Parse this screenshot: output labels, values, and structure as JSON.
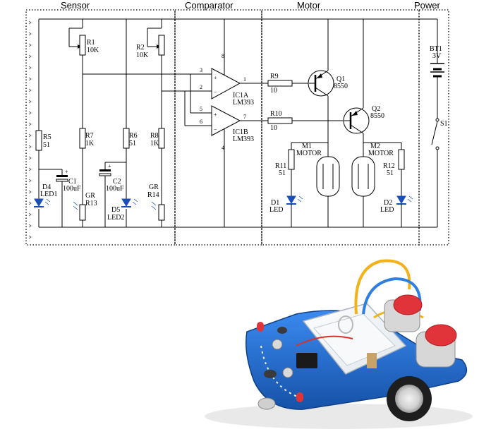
{
  "sections": {
    "sensor": "Sensor",
    "comparator": "Comparator",
    "motor": "Motor",
    "power": "Power"
  },
  "components": {
    "r1": {
      "ref": "R1",
      "value": "10K"
    },
    "r2": {
      "ref": "R2",
      "value": "10K"
    },
    "r5": {
      "ref": "R5",
      "value": "51"
    },
    "r6": {
      "ref": "R6",
      "value": "51"
    },
    "r7": {
      "ref": "R7",
      "value": "1K"
    },
    "r8": {
      "ref": "R8",
      "value": "1K"
    },
    "c1": {
      "ref": "C1",
      "value": "100uF"
    },
    "c2": {
      "ref": "C2",
      "value": "100uF"
    },
    "d4": {
      "ref": "D4",
      "value": "LED1"
    },
    "d5": {
      "ref": "D5",
      "value": "LED2"
    },
    "r13": {
      "ref": "GR",
      "value": "R13"
    },
    "r14": {
      "ref": "GR",
      "value": "R14"
    },
    "ic1a": {
      "ref": "IC1A",
      "value": "LM393"
    },
    "ic1b": {
      "ref": "IC1B",
      "value": "LM393"
    },
    "r9": {
      "ref": "R9",
      "value": "10"
    },
    "r10": {
      "ref": "R10",
      "value": "10"
    },
    "q1": {
      "ref": "Q1",
      "value": "8550"
    },
    "q2": {
      "ref": "Q2",
      "value": "8550"
    },
    "m1": {
      "ref": "M1",
      "value": "MOTOR"
    },
    "m2": {
      "ref": "M2",
      "value": "MOTOR"
    },
    "r11": {
      "ref": "R11",
      "value": "51"
    },
    "r12": {
      "ref": "R12",
      "value": "51"
    },
    "d1": {
      "ref": "D1",
      "value": "LED"
    },
    "d2": {
      "ref": "D2",
      "value": "LED"
    },
    "bt1": {
      "ref": "BT1",
      "value": "3V"
    },
    "s1": {
      "ref": "S1"
    }
  },
  "pins": {
    "p1": "1",
    "p2": "2",
    "p3": "3",
    "p4": "4",
    "p5": "5",
    "p6": "6",
    "p7": "7",
    "p8": "8"
  },
  "colors": {
    "led": "#1a4fb8",
    "board": "#1f6fd6",
    "motor_cap": "#e0343a",
    "wire_yellow": "#f2b21b",
    "wire_blue": "#2f7fe0"
  }
}
